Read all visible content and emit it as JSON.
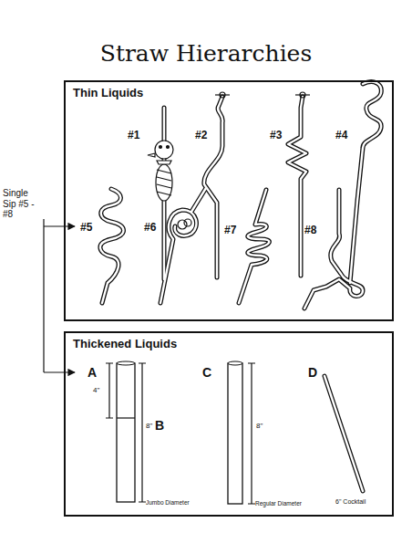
{
  "diagram": {
    "title": "Straw Hierarchies",
    "nodes": [
      {
        "text": [
          "Thin Liquids"
        ]
      },
      {
        "text": [
          "Thickened Liquids"
        ]
      }
    ],
    "labels": [
      "#1",
      "#2",
      "#3",
      "#4",
      "#5",
      "#6",
      "#7",
      "#8",
      "Single Sip #5 - #8",
      "A",
      "4\"",
      "8\"",
      "B",
      "Jumbo Diameter",
      "C",
      "8\"",
      "Regular Diameter",
      "D",
      "6\" Cocktail"
    ]
  }
}
